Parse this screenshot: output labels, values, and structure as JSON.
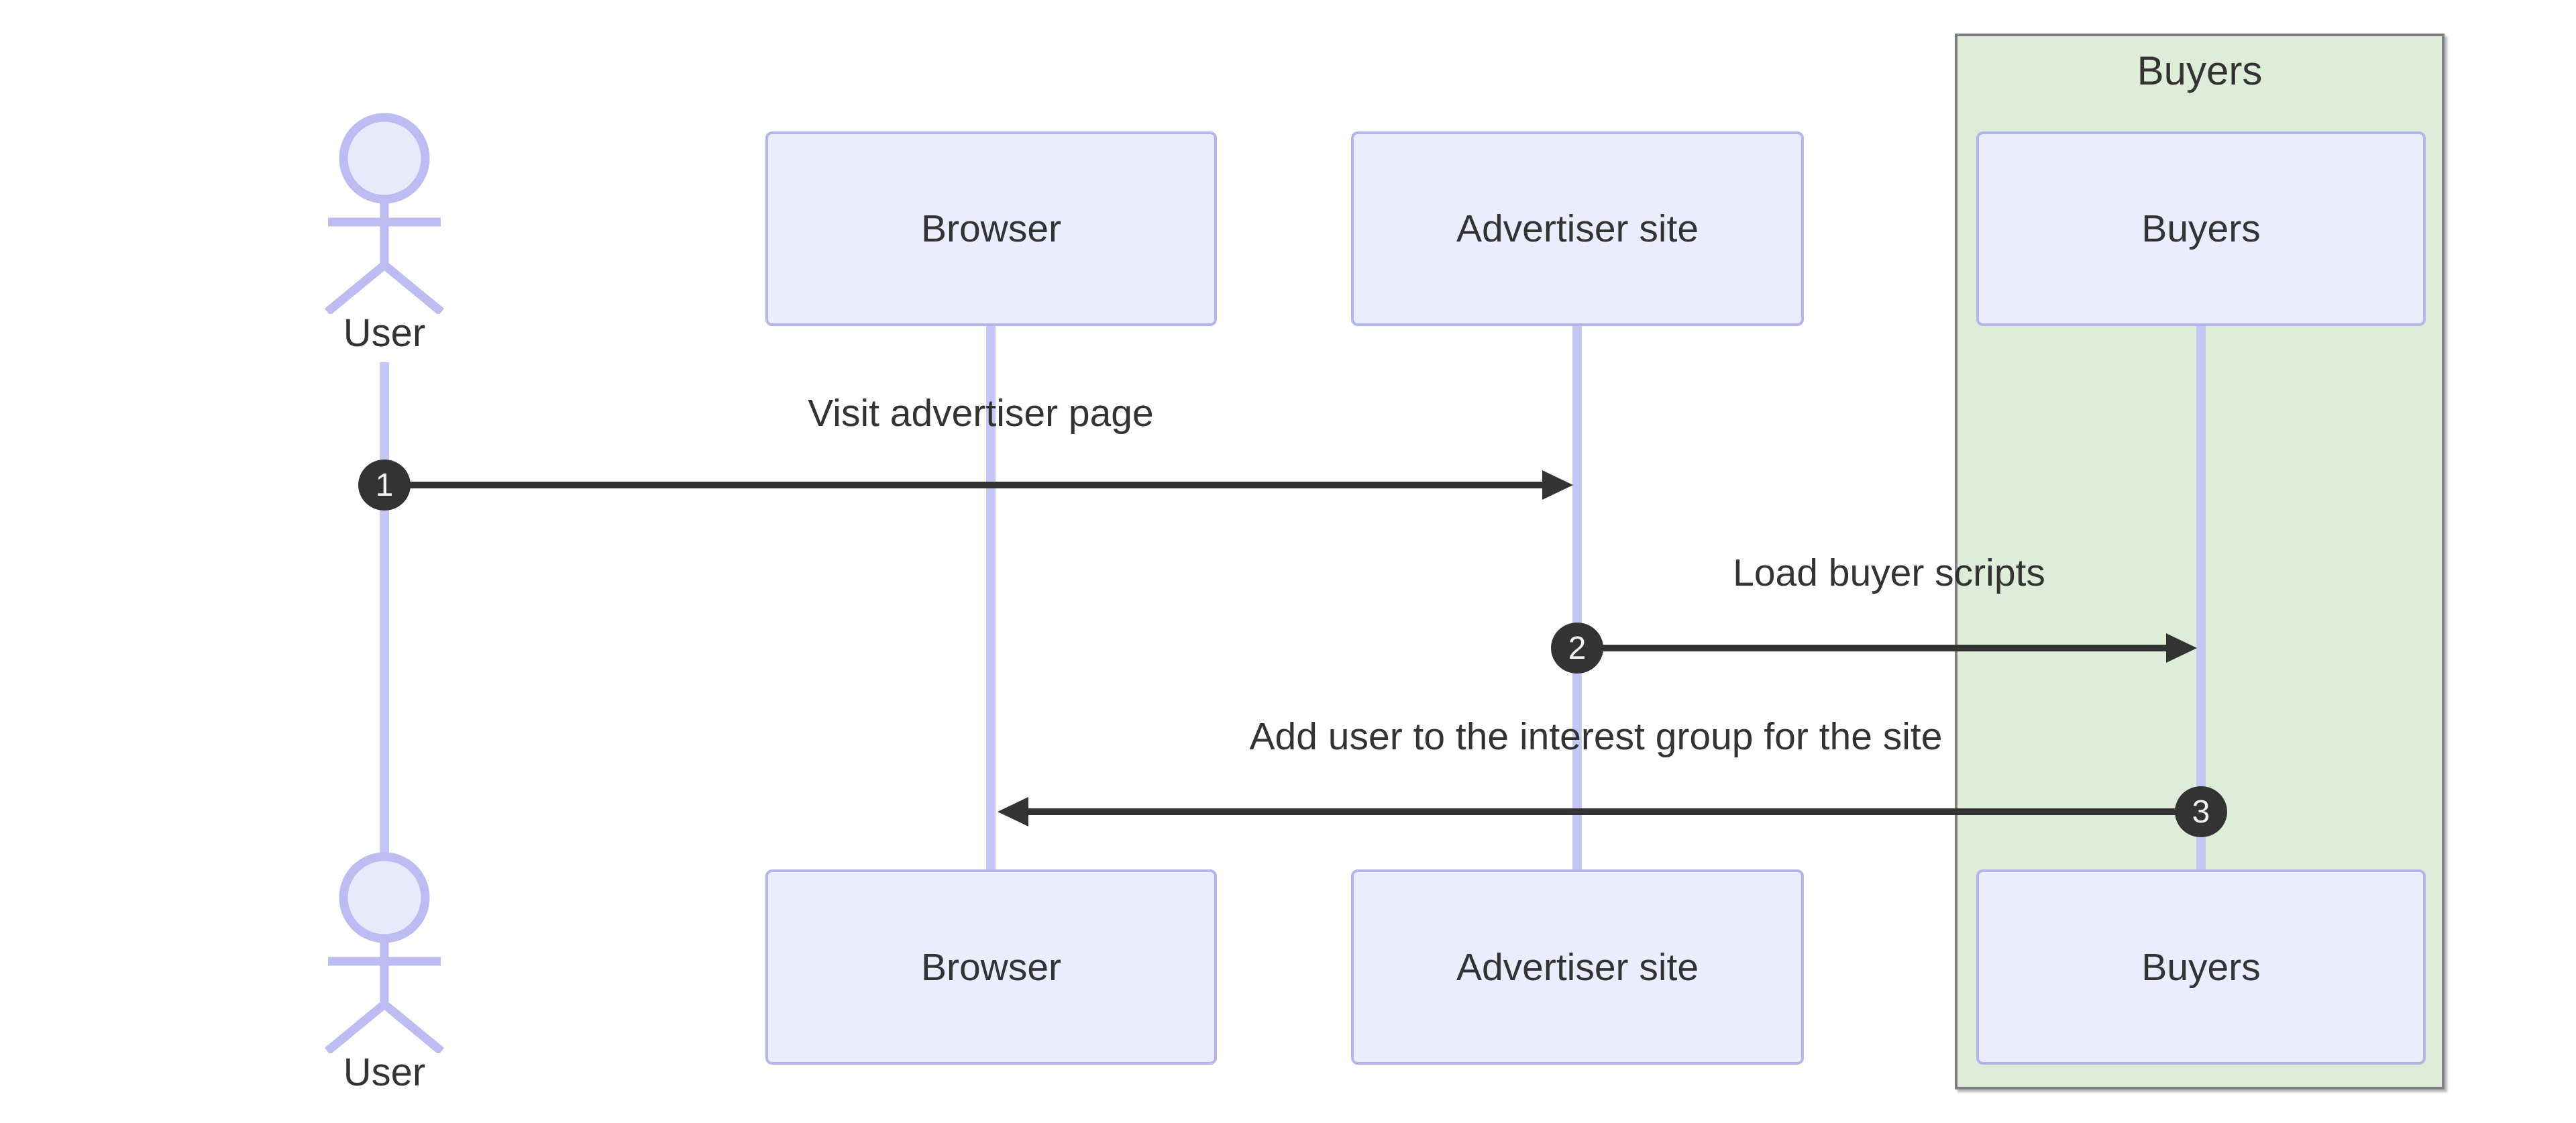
{
  "group": {
    "label": "Buyers"
  },
  "actor": {
    "label": "User"
  },
  "participants": [
    {
      "label": "Browser"
    },
    {
      "label": "Advertiser site"
    },
    {
      "label": "Buyers"
    }
  ],
  "messages": [
    {
      "seq": "1",
      "label": "Visit advertiser page",
      "from": "User",
      "to": "Advertiser site",
      "direction": "right"
    },
    {
      "seq": "2",
      "label": "Load buyer scripts",
      "from": "Advertiser site",
      "to": "Buyers",
      "direction": "right"
    },
    {
      "seq": "3",
      "label": "Add user to the interest group for the site",
      "from": "Buyers",
      "to": "Browser",
      "direction": "left"
    }
  ],
  "colors": {
    "participant_fill": "#ececff",
    "participant_border": "#b4b4ee",
    "lifeline": "#c6c6f6",
    "actor_stroke": "#bcbcf2",
    "group_fill": "#ddedd7",
    "group_border": "#7f7f7f",
    "message": "#333333",
    "badge_fill": "#333333",
    "badge_text": "#f2f2f2"
  }
}
